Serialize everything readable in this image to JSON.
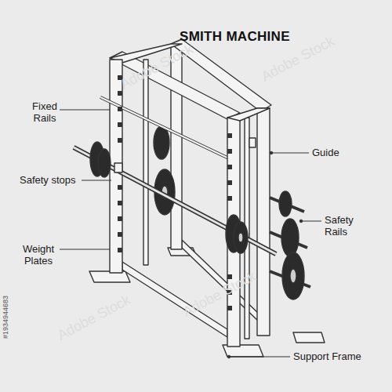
{
  "diagram": {
    "title": "SMITH MACHINE",
    "labels": [
      "Fixed Rails",
      "Safety stops",
      "Weight Plates",
      "Guide",
      "Safety Rails",
      "Support Frame",
      "#1934944683",
      "Adobe Stock",
      "Adobe Stock",
      "Adobe Stock",
      "Adobe Stock"
    ]
  }
}
